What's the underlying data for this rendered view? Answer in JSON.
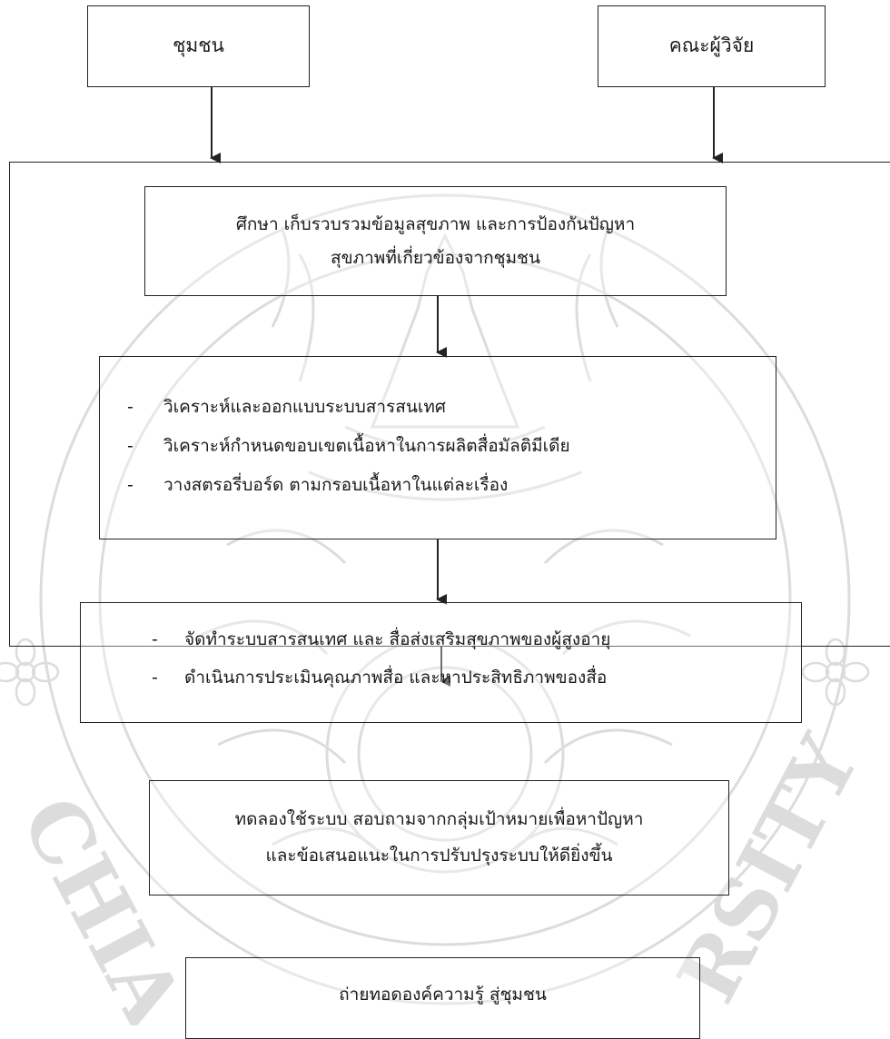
{
  "sources": {
    "community": "ชุมชน",
    "researchers": "คณะผู้วิจัย"
  },
  "steps": {
    "study": [
      "ศึกษา เก็บรวบรวมข้อมูลสุขภาพ และการป้องกันปัญหา",
      "สุขภาพที่เกี่ยวข้องจากชุมชน"
    ],
    "analysis": [
      "วิเคราะห์และออกแบบระบบสารสนเทศ",
      "วิเคราะห์กำหนดขอบเขตเนื้อหาในการผลิตสื่อมัลติมีเดีย",
      "วางสตรอรี่บอร์ด ตามกรอบเนื้อหาในแต่ละเรื่อง"
    ],
    "develop": [
      "จัดทำระบบสารสนเทศ และ สื่อส่งเสริมสุขภาพของผู้สูงอายุ",
      "ดำเนินการประเมินคุณภาพสื่อ และหาประสิทธิภาพของสื่อ"
    ],
    "trial": [
      "ทดลองใช้ระบบ  สอบถามจากกลุ่มเป้าหมายเพื่อหาปัญหา",
      "และข้อเสนอแนะในการปรับปรุงระบบให้ดียิ่งขึ้น"
    ],
    "transfer": "ถ่ายทอดองค์ความรู้ สู่ชุมชน"
  },
  "bullet_mark": "-",
  "watermark": {
    "left_text": "CHIA",
    "right_text": "RSITY"
  },
  "colors": {
    "line": "#222222",
    "watermark": "#dcdcdc"
  }
}
